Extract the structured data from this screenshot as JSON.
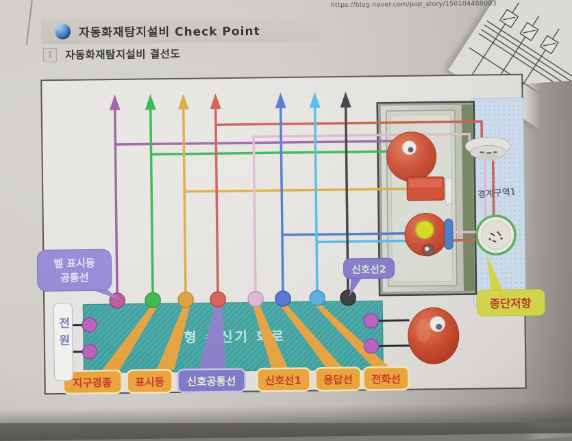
{
  "page": {
    "url_text": "https://blog.naver.com/pop_story/150104488003"
  },
  "header": {
    "icon": "globe-icon",
    "title": "자동화재탐지설비  Check Point",
    "section": {
      "number": "1",
      "title": "자동화재탐지설비  결선도"
    }
  },
  "diagram": {
    "receiver_box_label": "P형 수신기 회로",
    "power_label": "전원",
    "zone_label": "경계구역1",
    "terminal_labels": [
      "지구경종",
      "표시등",
      "신호공통선",
      "신호선1",
      "응답선",
      "전화선"
    ],
    "callouts": {
      "bell_lamp_common_line1": "벨 표시등",
      "bell_lamp_common_line2": "공통선",
      "signal_line_2": "신호선2",
      "end_resistor": "종단저항"
    },
    "wire_colors": {
      "bell_lamp_common": "#9c5fa5",
      "district_bell": "#2eb84a",
      "lamp": "#ddaa3c",
      "signal_1": "#cc5a50",
      "signal_common": "#ddb8cf",
      "answer": "#4f74d0",
      "telephone": "#52b8e8",
      "signal_2": "#3c3c3c"
    },
    "badge_colors": {
      "orange_badge": "#eda73e",
      "purple_badge": "#837ac9",
      "badge_text_red": "#cc3b28",
      "bubble_purple": "#968bd6",
      "bubble_yellow": "#d4d64a"
    }
  }
}
